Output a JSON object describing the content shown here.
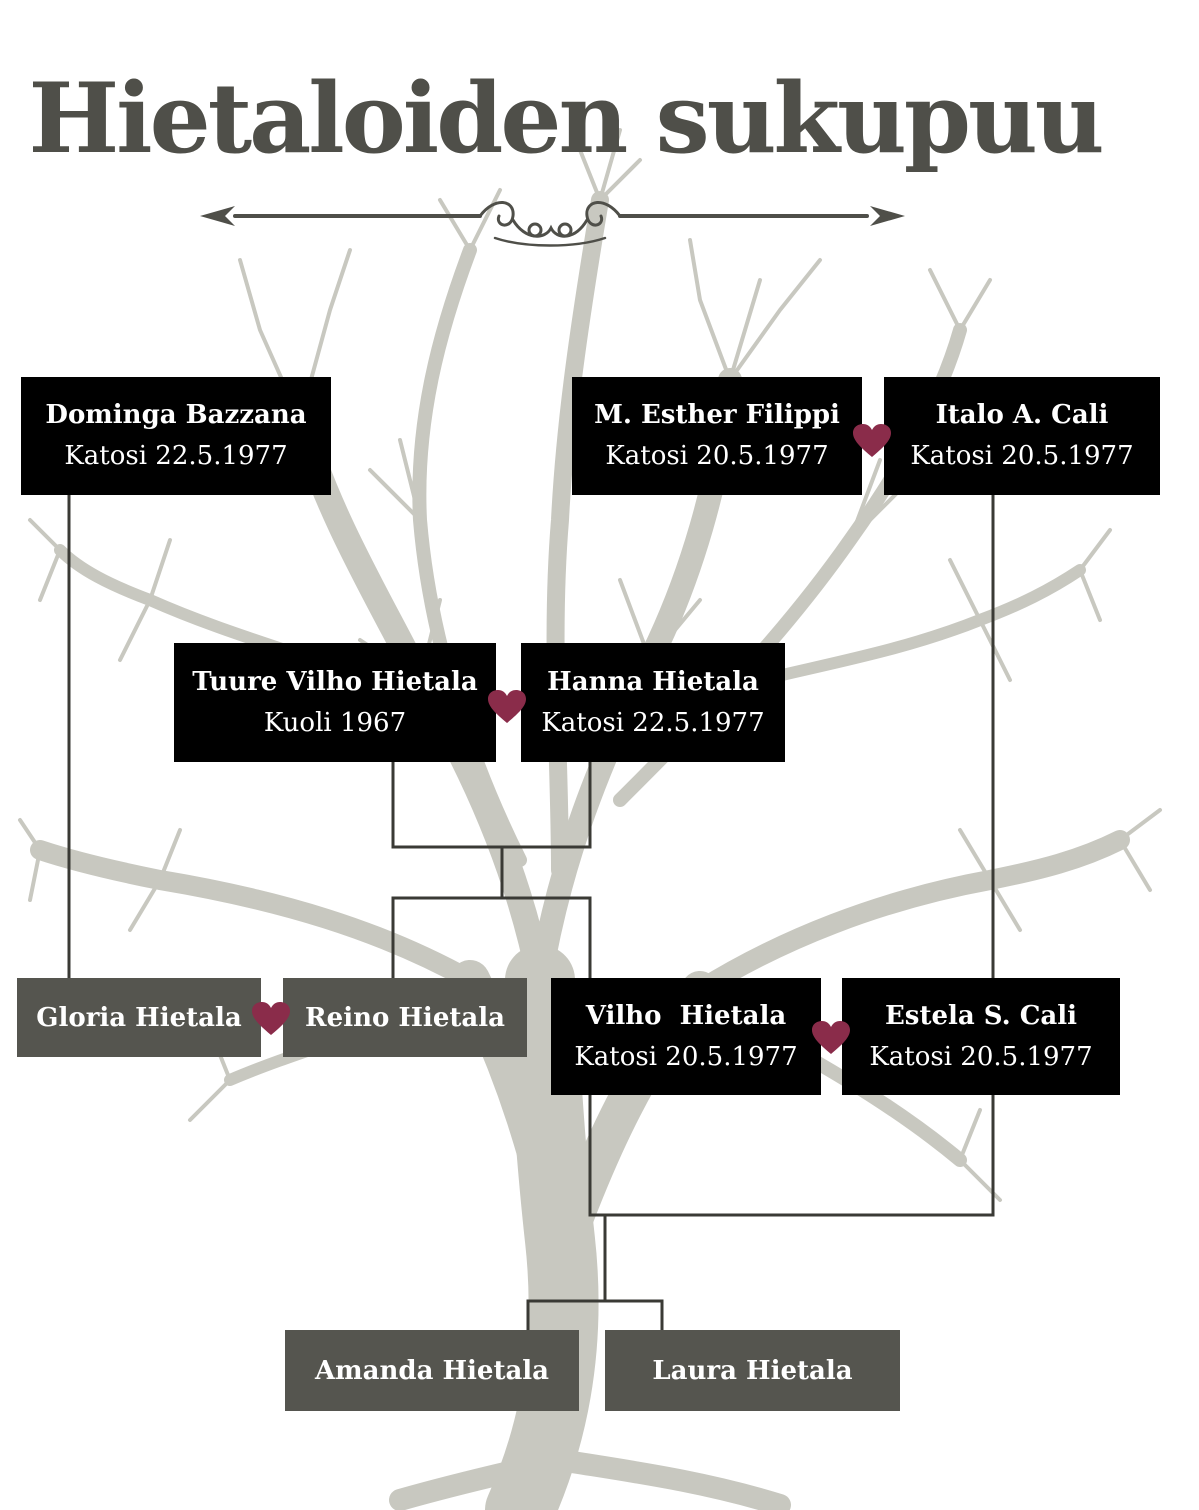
{
  "title": "Hietaloiden sukupuu",
  "colors": {
    "dark_box": "#000000",
    "grey_box": "#55554f",
    "heart": "#8a2c4a",
    "tree": "#c8c8c0",
    "lines": "#3a3a35",
    "title": "#4f4f49"
  },
  "people": {
    "dominga": {
      "name": "Dominga Bazzana",
      "note": "Katosi 22.5.1977"
    },
    "esther": {
      "name": "M. Esther Filippi",
      "note": "Katosi 20.5.1977"
    },
    "italo": {
      "name": "Italo A. Cali",
      "note": "Katosi 20.5.1977"
    },
    "tuure": {
      "name": "Tuure Vilho Hietala",
      "note": "Kuoli 1967"
    },
    "hanna": {
      "name": "Hanna Hietala",
      "note": "Katosi 22.5.1977"
    },
    "gloria": {
      "name": "Gloria Hietala"
    },
    "reino": {
      "name": "Reino Hietala"
    },
    "vilho": {
      "name": "Vilho  Hietala",
      "note": "Katosi 20.5.1977"
    },
    "estela": {
      "name": "Estela S. Cali",
      "note": "Katosi 20.5.1977"
    },
    "amanda": {
      "name": "Amanda Hietala"
    },
    "laura": {
      "name": "Laura Hietala"
    }
  },
  "couples": [
    [
      "esther",
      "italo"
    ],
    [
      "tuure",
      "hanna"
    ],
    [
      "gloria",
      "reino"
    ],
    [
      "vilho",
      "estela"
    ]
  ],
  "icons": {
    "couple_marker": "heart-icon",
    "title_ornament": "arrow-scroll-ornament"
  }
}
